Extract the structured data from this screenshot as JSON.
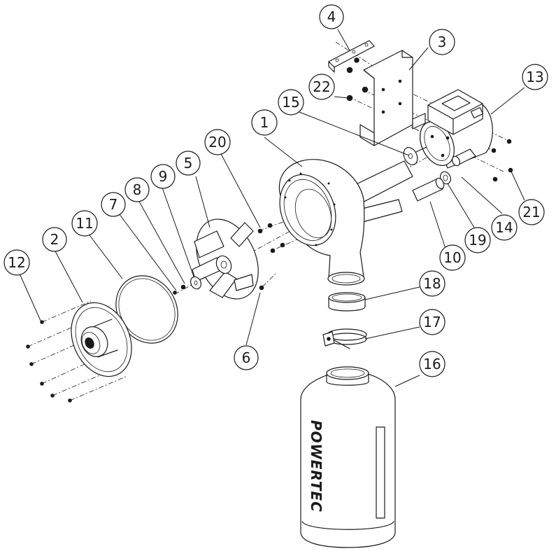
{
  "brand_text": "POWERTEC",
  "callouts": [
    "1",
    "2",
    "3",
    "4",
    "5",
    "6",
    "7",
    "8",
    "9",
    "10",
    "11",
    "12",
    "13",
    "14",
    "15",
    "16",
    "17",
    "18",
    "19",
    "20",
    "21",
    "22"
  ]
}
